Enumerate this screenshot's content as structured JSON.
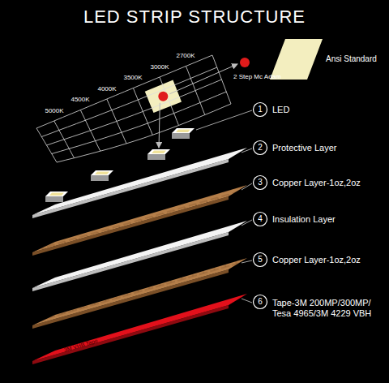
{
  "diagram": {
    "title": "LED STRIP STRUCTURE",
    "labels": [
      "2700K",
      "3000K",
      "3500K",
      "4000K",
      "4500K",
      "5000K",
      "2 Step Mc Adam",
      "Ansi Standard",
      "1",
      "LED",
      "2",
      "Protective Layer",
      "3",
      "Copper Layer-1oz,2oz",
      "4",
      "Insulation Layer",
      "5",
      "Copper Layer-1oz,2oz",
      "6",
      "Tape-3M 200MP/300MP/ Tesa 4965/3M 4229 VBH",
      "3M VHB Tape"
    ]
  }
}
